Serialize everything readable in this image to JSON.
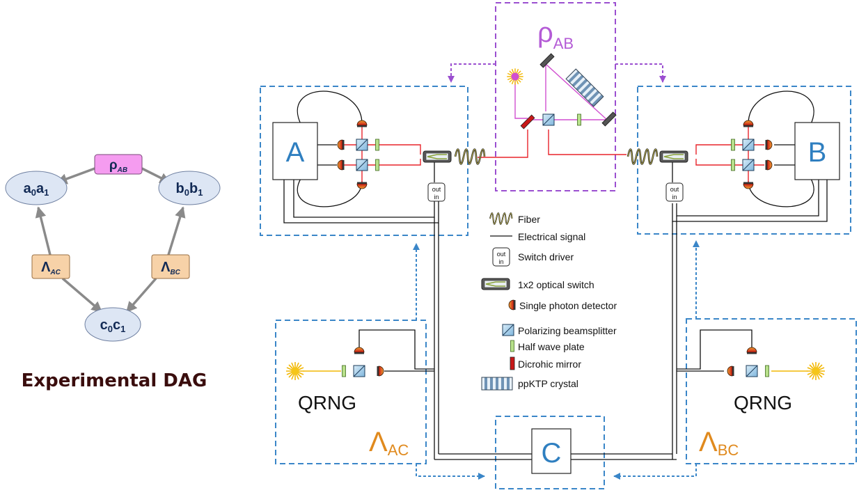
{
  "dag": {
    "title": "Experimental DAG",
    "nodes": {
      "rho": {
        "main": "ρ",
        "sub": "AB"
      },
      "a": {
        "p1": "a",
        "s1": "0",
        "p2": "a",
        "s2": "1"
      },
      "b": {
        "p1": "b",
        "s1": "0",
        "p2": "b",
        "s2": "1"
      },
      "c": {
        "p1": "c",
        "s1": "0",
        "p2": "c",
        "s2": "1"
      },
      "lac": {
        "main": "Λ",
        "sub": "AC"
      },
      "lbc": {
        "main": "Λ",
        "sub": "BC"
      }
    }
  },
  "setup": {
    "box_a": "A",
    "box_b": "B",
    "box_c": "C",
    "rho": {
      "main": "ρ",
      "sub": "AB"
    },
    "lambda_ac": {
      "main": "Λ",
      "sub": "AC"
    },
    "lambda_bc": {
      "main": "Λ",
      "sub": "BC"
    },
    "qrng_left": "QRNG",
    "qrng_right": "QRNG",
    "switch_out": "out",
    "switch_in": "in"
  },
  "legend": [
    {
      "icon": "fiber-icon",
      "label": "Fiber"
    },
    {
      "icon": "electrical-line-icon",
      "label": "Electrical signal"
    },
    {
      "icon": "switch-driver-icon",
      "label": "Switch driver",
      "out": "out",
      "in": "in"
    },
    {
      "icon": "optical-switch-icon",
      "label": "1x2 optical switch"
    },
    {
      "icon": "detector-icon",
      "label": "Single photon detector"
    },
    {
      "icon": "beamsplitter-icon",
      "label": "Polarizing beamsplitter"
    },
    {
      "icon": "waveplate-icon",
      "label": "Half wave plate"
    },
    {
      "icon": "dichroic-mirror-icon",
      "label": "Dicrohic mirror"
    },
    {
      "icon": "crystal-icon",
      "label": "ppKTP crystal"
    }
  ],
  "colors": {
    "blue_dash": "#3a86c8",
    "purple_dash": "#9b4fd0",
    "orange": "#e08a1e",
    "laser_red": "#e8232a",
    "pump_magenta": "#d14fd0",
    "dag_node": "#dde6f4",
    "dag_rho": "#f59cf0",
    "dag_lambda": "#f7d2a8",
    "dag_text": "#122a55",
    "title_dark": "#3a0d0d"
  }
}
